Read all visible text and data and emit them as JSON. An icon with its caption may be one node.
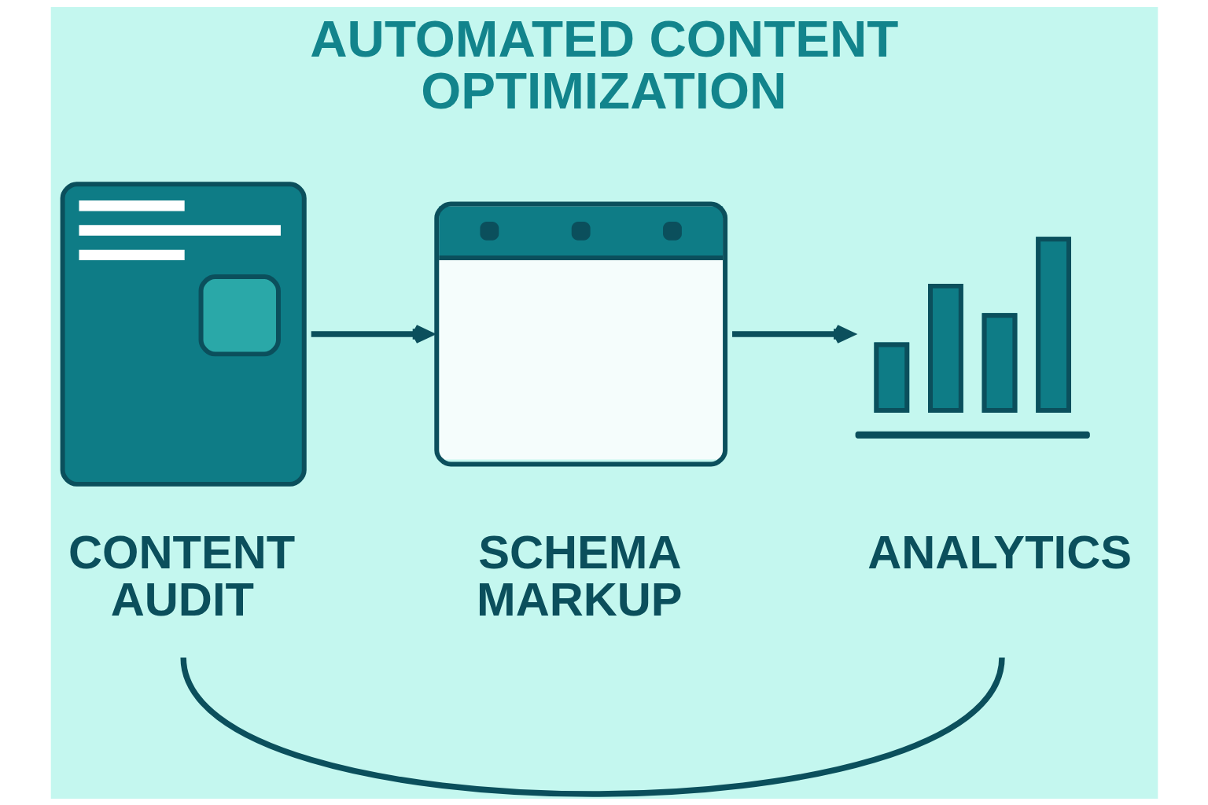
{
  "diagram": {
    "title": "AUTOMATED CONTENT OPTIMIZATION",
    "nodes": [
      {
        "text": [
          "CONTENT AUDIT"
        ]
      },
      {
        "text": [
          "SCHEMA MARKUP"
        ]
      },
      {
        "text": [
          "ANALYTICS"
        ]
      }
    ],
    "edges": [
      {
        "from": 0,
        "to": 1,
        "arrow": "to"
      },
      {
        "from": 1,
        "to": 2,
        "arrow": "to"
      },
      {
        "from": 0,
        "to": 2,
        "arrow": "none"
      }
    ]
  }
}
